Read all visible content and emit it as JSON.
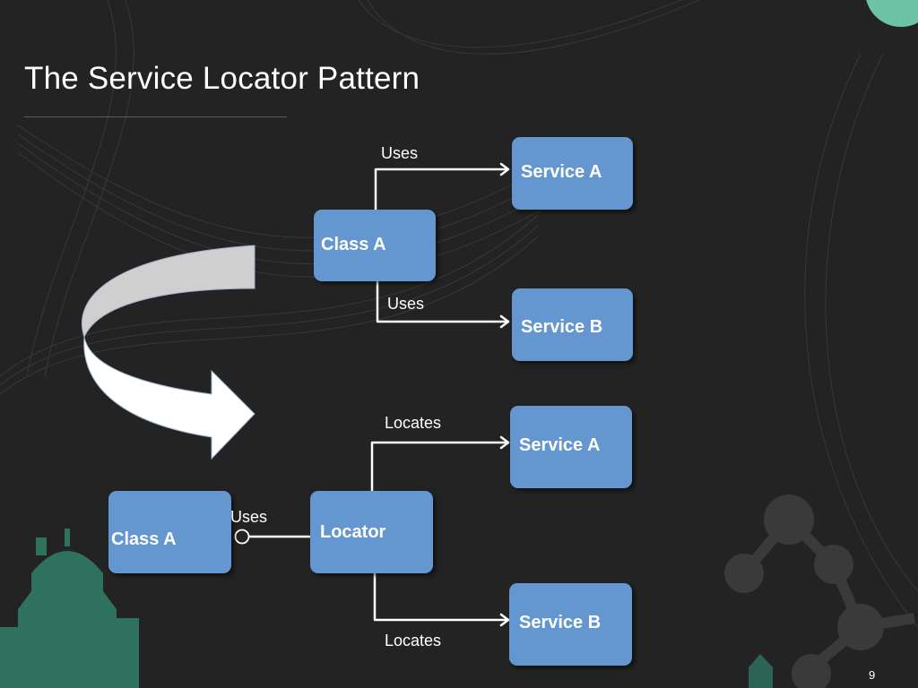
{
  "slide": {
    "title": "The Service Locator Pattern",
    "page_number": "9",
    "colors": {
      "background": "#232323",
      "box_fill": "#6496cf",
      "text": "#ffffff",
      "connector": "#ffffff",
      "accent_teal": "#3fa98a"
    }
  },
  "top_diagram": {
    "class_box": "Class A",
    "service_a": "Service A",
    "service_b": "Service B",
    "edge_to_a_label": "Uses",
    "edge_to_b_label": "Uses"
  },
  "transition_arrow": {
    "icon": "curved-arrow-icon"
  },
  "bottom_diagram": {
    "class_box": "Class A",
    "locator_box": "Locator",
    "service_a": "Service A",
    "service_b": "Service B",
    "class_to_locator_label": "Uses",
    "locator_to_a_label": "Locates",
    "locator_to_b_label": "Locates"
  }
}
